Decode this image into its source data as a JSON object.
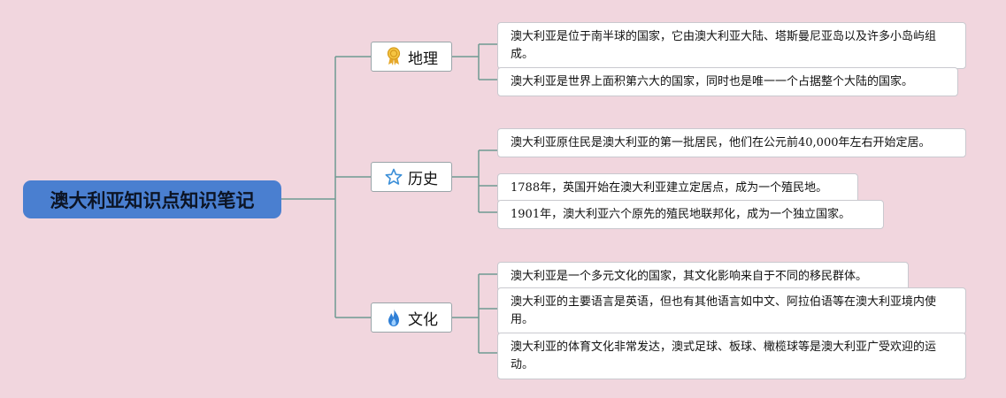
{
  "root": {
    "label": "澳大利亚知识点知识笔记"
  },
  "branches": [
    {
      "label": "地理",
      "icon": "award-ribbon-icon",
      "items": [
        "澳大利亚是位于南半球的国家，它由澳大利亚大陆、塔斯曼尼亚岛以及许多小岛屿组成。",
        "澳大利亚是世界上面积第六大的国家，同时也是唯一一个占据整个大陆的国家。"
      ]
    },
    {
      "label": "历史",
      "icon": "star-outline-icon",
      "items": [
        "澳大利亚原住民是澳大利亚的第一批居民，他们在公元前40,000年左右开始定居。",
        "1788年，英国开始在澳大利亚建立定居点，成为一个殖民地。",
        "1901年，澳大利亚六个原先的殖民地联邦化，成为一个独立国家。"
      ]
    },
    {
      "label": "文化",
      "icon": "flame-icon",
      "items": [
        "澳大利亚是一个多元文化的国家，其文化影响来自于不同的移民群体。",
        "澳大利亚的主要语言是英语，但也有其他语言如中文、阿拉伯语等在澳大利亚境内使用。",
        "澳大利亚的体育文化非常发达，澳式足球、板球、橄榄球等是澳大利亚广受欢迎的运动。"
      ]
    }
  ],
  "colors": {
    "background": "#f1d6de",
    "root": "#4a7fd0",
    "connector": "#6f9a92"
  }
}
